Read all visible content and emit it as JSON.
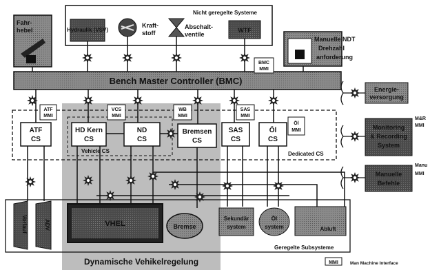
{
  "top_group": {
    "label": "Nicht geregelte Systeme",
    "items": [
      "Hydraulik (VSV)",
      "Kraft-",
      "stoff",
      "Abschalt-",
      "ventile",
      "WTF"
    ]
  },
  "fahrhebel": [
    "Fahr-",
    "hebel"
  ],
  "manuelle_ndt": [
    "Manuelle NDT",
    "Drehzahl",
    "anforderung"
  ],
  "bmc": {
    "title": "Bench Master Controller (BMC)",
    "mmi": [
      "BMC",
      "MMI"
    ]
  },
  "mmi_labels": [
    [
      "ATF",
      "MMI"
    ],
    [
      "VCS",
      "MMI"
    ],
    [
      "WB",
      "MMI"
    ],
    [
      "SAS",
      "MMI"
    ],
    [
      "Öl",
      "MMI"
    ]
  ],
  "cs_blocks": [
    [
      "ATF",
      "CS"
    ],
    [
      "HD Kern",
      "CS"
    ],
    [
      "ND",
      "CS"
    ],
    [
      "Bremsen",
      "CS"
    ],
    [
      "SAS",
      "CS"
    ],
    [
      "Öl",
      "CS"
    ]
  ],
  "vehicle_cs": "Vehicle CS",
  "dedicated_cs": "Dedicated CS",
  "right_blocks": [
    [
      "Energie-",
      "versorgung"
    ],
    [
      "Monitoring",
      "& Recording",
      "System"
    ],
    [
      "Manuelle",
      "Befehle"
    ]
  ],
  "right_edge_labels": [
    [
      "M&R",
      "MMI"
    ],
    [
      "Manu",
      "MMI"
    ]
  ],
  "bottom": {
    "vertical_blocks": [
      "Vorlauf",
      "ADV"
    ],
    "engine": "VHEL",
    "bremse": "Bremse",
    "sub_blocks": [
      [
        "Sekundär",
        "system"
      ],
      [
        "Öl",
        "system"
      ],
      "Abluft"
    ],
    "geregelte": "Geregelte Subsysteme",
    "dynamische": "Dynamische Vehikelregelung"
  },
  "legend": {
    "mmi": "MMI",
    "text": "Man Machine Interface"
  }
}
